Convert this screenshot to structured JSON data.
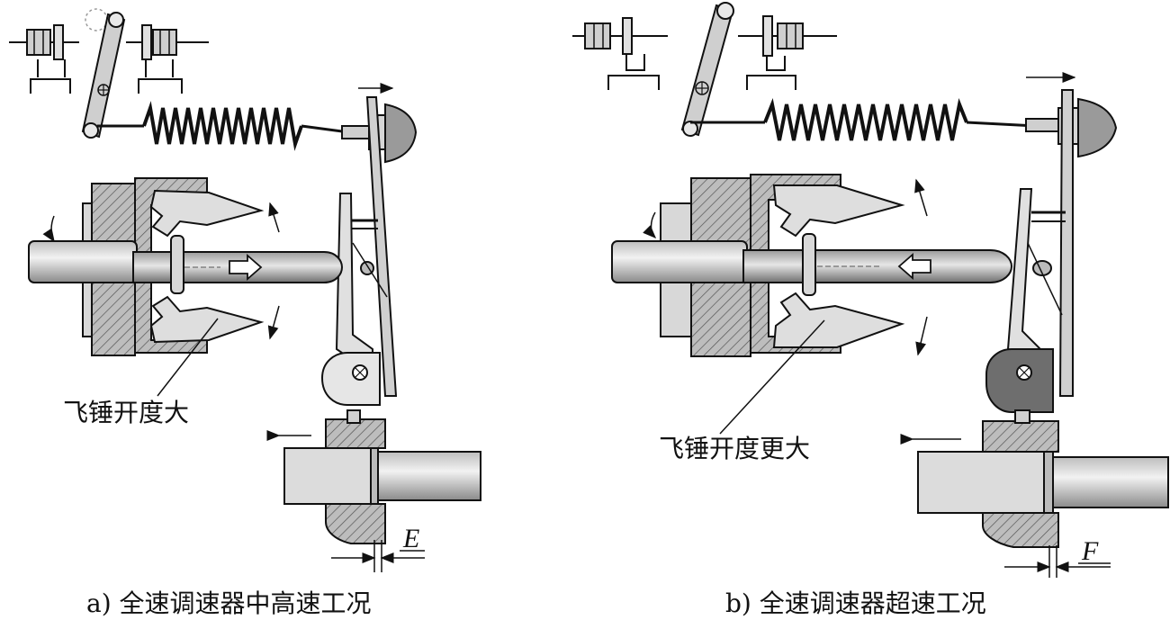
{
  "panels": [
    {
      "callout": "飞锤开度大",
      "gap_label": "E",
      "caption": "a) 全速调速器中高速工况",
      "thrust_arrow_direction": "right"
    },
    {
      "callout": "飞锤开度更大",
      "gap_label": "F",
      "caption": "b) 全速调速器超速工况",
      "thrust_arrow_direction": "left"
    }
  ],
  "colors": {
    "line": "#111111",
    "metal_light": "#d9d9d9",
    "metal_mid": "#a8a8a8",
    "metal_dark": "#6e6e6e",
    "hatch": "#555555"
  }
}
